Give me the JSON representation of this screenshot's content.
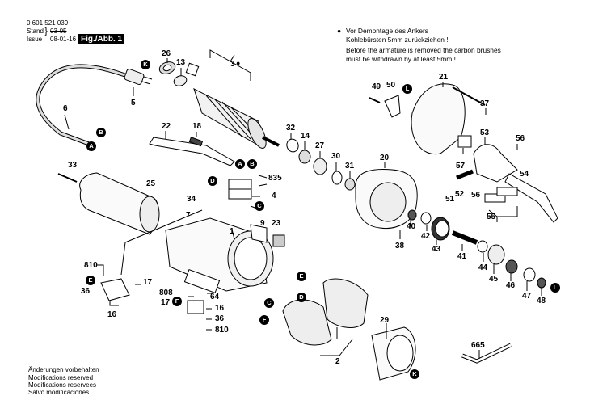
{
  "header": {
    "part_number": "0 601 521 039",
    "stand_label": "Stand",
    "issue_label": "Issue",
    "stand_value_struck": "03-05",
    "issue_value": "08-01-16",
    "figure_label": "Fig./Abb. 1"
  },
  "note": {
    "bullet": "●",
    "de_line1": "Vor Demontage des Ankers",
    "de_line2": "Kohlebürsten 5mm zurückziehen !",
    "en_line1": "Before the armature is removed the carbon brushes",
    "en_line2": "must be withdrawn by at least 5mm !"
  },
  "footer": {
    "line1": "Änderungen vorbehalten",
    "line2": "Modifications reserved",
    "line3": "Modifications reservees",
    "line4": "Salvo modificaciones"
  },
  "part_labels": {
    "p26": "26",
    "p13": "13",
    "p3": "3",
    "p5": "5",
    "p6": "6",
    "p22": "22",
    "p18": "18",
    "p32": "32",
    "p14": "14",
    "p27": "27",
    "p30": "30",
    "p31": "31",
    "p20": "20",
    "p835": "835",
    "p4": "4",
    "p33": "33",
    "p25": "25",
    "p34": "34",
    "p7": "7",
    "p9": "9",
    "p23": "23",
    "p1": "1",
    "p810a": "810",
    "p17a": "17",
    "p36a": "36",
    "p16a": "16",
    "p808": "808",
    "p64": "64",
    "p17b": "17",
    "p16b": "16",
    "p36b": "36",
    "p810b": "810",
    "p2": "2",
    "p29": "29",
    "p665": "665",
    "p49": "49",
    "p50": "50",
    "p21": "21",
    "p37": "37",
    "p53": "53",
    "p56a": "56",
    "p57": "57",
    "p54": "54",
    "p51": "51",
    "p52": "52",
    "p56b": "56",
    "p55": "55",
    "p40": "40",
    "p42": "42",
    "p43": "43",
    "p38": "38",
    "p41": "41",
    "p44": "44",
    "p45": "45",
    "p46": "46",
    "p47": "47",
    "p48": "48"
  },
  "connection_markers": {
    "K1": "K",
    "A1": "A",
    "B1": "B",
    "A2": "A",
    "B2": "B",
    "D1": "D",
    "C1": "C",
    "E1": "E",
    "F1": "F",
    "E2": "E",
    "D2": "D",
    "C2": "C",
    "F2": "F",
    "K2": "K",
    "L1": "L",
    "L2": "L"
  },
  "marker_3_symbol": "●"
}
